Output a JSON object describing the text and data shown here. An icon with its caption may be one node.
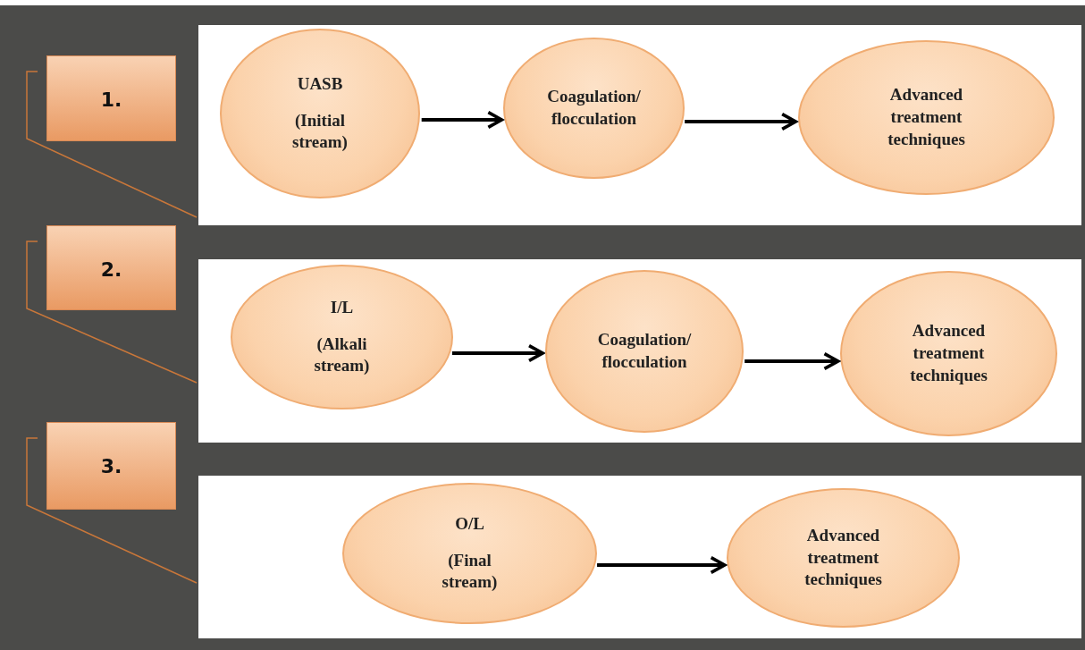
{
  "diagram": {
    "nodes": [
      {
        "text": [
          "1."
        ]
      },
      {
        "text": [],
        "shape": "box"
      },
      {
        "text": [
          "UASB",
          "(Initial stream)"
        ],
        "in": 1
      },
      {
        "text": [
          "Coagulation/ flocculation"
        ],
        "in": 1
      },
      {
        "text": [
          "Advanced treatment techniques"
        ],
        "in": 1
      },
      {
        "text": [
          "2."
        ]
      },
      {
        "text": [],
        "shape": "box"
      },
      {
        "text": [
          "I/L",
          "(Alkali stream)"
        ],
        "in": 6
      },
      {
        "text": [
          "Coagulation/ flocculation"
        ],
        "in": 6
      },
      {
        "text": [
          "Advanced treatment techniques"
        ],
        "in": 6
      },
      {
        "text": [
          "3."
        ]
      },
      {
        "text": [],
        "shape": "box"
      },
      {
        "text": [
          "O/L",
          "(Final stream)"
        ],
        "in": 11
      },
      {
        "text": [
          "Advanced treatment techniques"
        ],
        "in": 11
      }
    ],
    "edges": [
      {
        "from": 2,
        "to": 3,
        "arrow": "to"
      },
      {
        "from": 3,
        "to": 4,
        "arrow": "to"
      },
      {
        "from": 7,
        "to": 8,
        "arrow": "to"
      },
      {
        "from": 8,
        "to": 9,
        "arrow": "to"
      },
      {
        "from": 12,
        "to": 13,
        "arrow": "to"
      }
    ]
  }
}
